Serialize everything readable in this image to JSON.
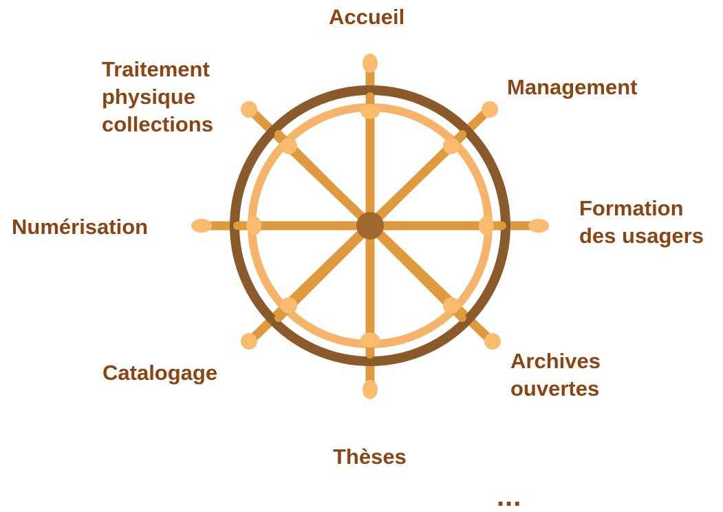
{
  "labels": {
    "accueil": "Accueil",
    "management": "Management",
    "formation": "Formation\ndes usagers",
    "archives": "Archives\nouvertes",
    "theses": "Thèses",
    "catalogage": "Catalogage",
    "numerisation": "Numérisation",
    "traitement": "Traitement\nphysique\ncollections",
    "more": "..."
  },
  "colors": {
    "text": "#8B4513",
    "outer_rim": "#8B5A2B",
    "inner_rim": "#F5B469",
    "spoke": "#DF9A3D",
    "hub": "#A2672D",
    "handle": "#F9BC6E"
  }
}
